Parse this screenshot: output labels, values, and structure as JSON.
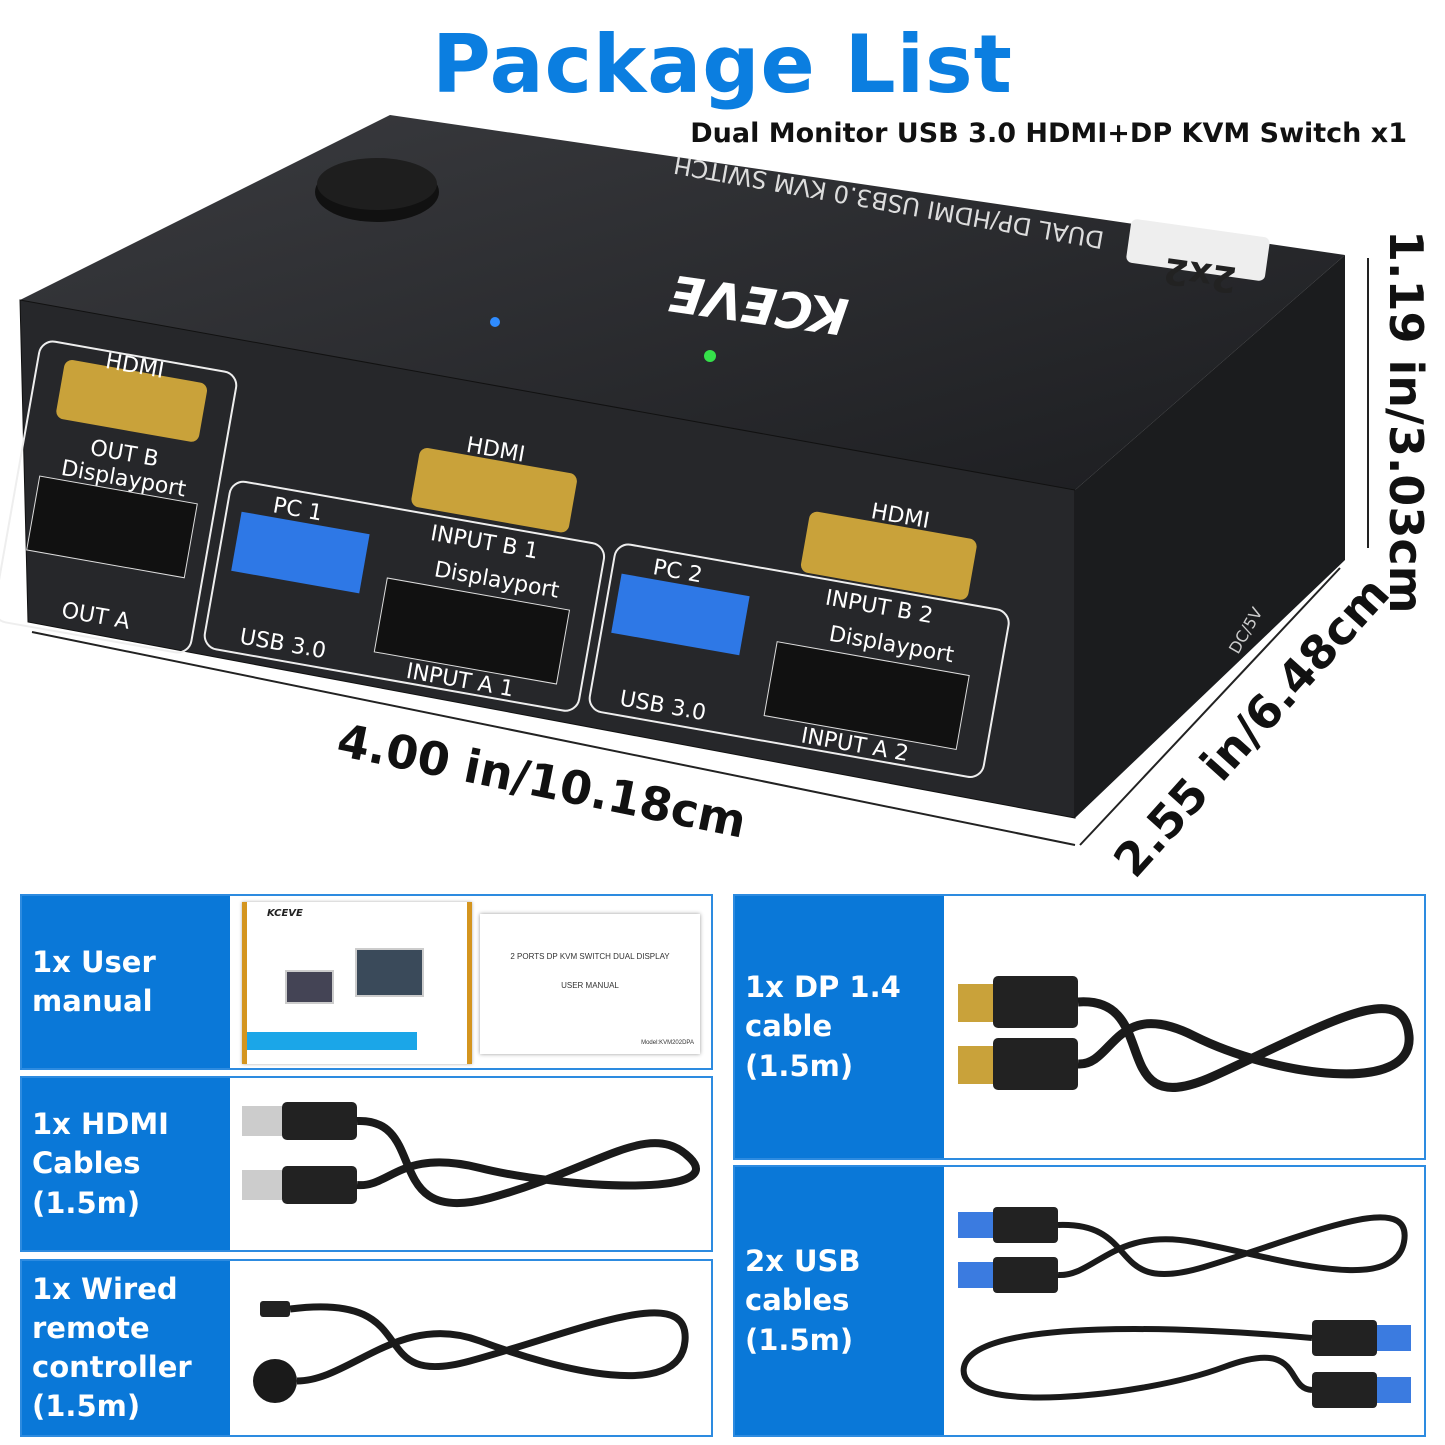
{
  "title": "Package List",
  "subtitle": "Dual Monitor USB 3.0 HDMI+DP  KVM Switch x1",
  "device": {
    "top_text": "DUAL DP/HDMI USB3.0 KVM SWITCH",
    "badge": "2x2",
    "logo": "KCEVE",
    "ports": {
      "out_hdmi": "HDMI",
      "out_b": "OUT B",
      "out_dp": "Displayport",
      "out_a": "OUT A",
      "pc1": "PC 1",
      "usb1": "USB 3.0",
      "in1_hdmi": "HDMI",
      "in_b1": "INPUT B 1",
      "in1_dp": "Displayport",
      "in_a1": "INPUT A 1",
      "pc2": "PC 2",
      "usb2": "USB 3.0",
      "in2_hdmi": "HDMI",
      "in_b2": "INPUT B 2",
      "in2_dp": "Displayport",
      "in_a2": "INPUT A 2",
      "power": "DC/5V"
    },
    "leds": {
      "led1": "1",
      "led2": "2",
      "led1_color": "#2f8cff",
      "led2_color": "#35e04a"
    }
  },
  "dimensions": {
    "width": "4.00 in/10.18cm",
    "depth": "2.55 in/6.48cm",
    "height": "1.19 in/3.03cm"
  },
  "items": [
    {
      "label": "1x User manual",
      "manual_cover_logo": "KCEVE",
      "manual_title": "2 PORTS DP KVM SWITCH DUAL DISPLAY",
      "manual_subtitle": "USER MANUAL",
      "manual_model": "Model:KVM202DPA"
    },
    {
      "label": "1x HDMI Cables (1.5m)"
    },
    {
      "label": "1x Wired remote controller (1.5m)"
    },
    {
      "label": "1x DP 1.4 cable (1.5m)"
    },
    {
      "label": "2x USB cables (1.5m)"
    }
  ],
  "colors": {
    "accent": "#0b7ee0",
    "panel_blue": "#0a78d8",
    "device": "#2a2b2e"
  }
}
